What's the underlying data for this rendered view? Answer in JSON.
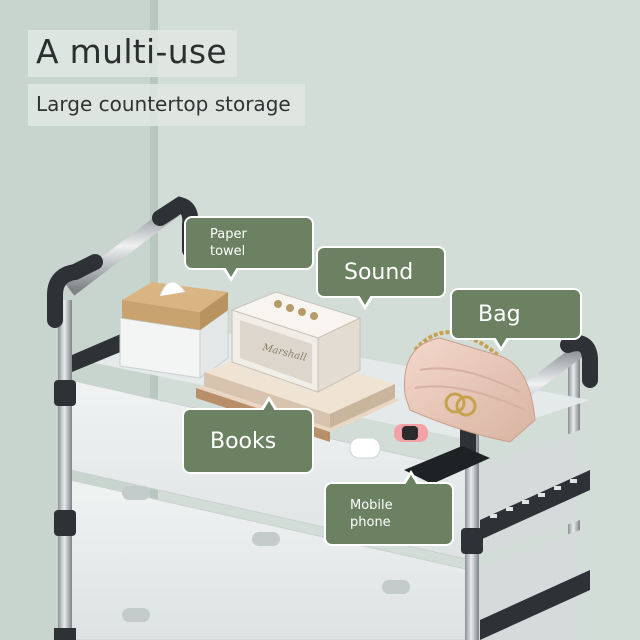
{
  "headline": "A multi-use",
  "subhead": "Large countertop storage",
  "callouts": {
    "paper_towel": "Paper\ntowel",
    "sound": "Sound",
    "bag": "Bag",
    "books": "Books",
    "mobile_phone": "Mobile\nphone"
  },
  "speaker_brand": "Marshall",
  "colors": {
    "callout_fill": "#6b8161",
    "callout_border": "#ffffff",
    "wall": "#d0dbd6",
    "rack_frame": "#2e3135",
    "drawer": "#e9ecec"
  }
}
